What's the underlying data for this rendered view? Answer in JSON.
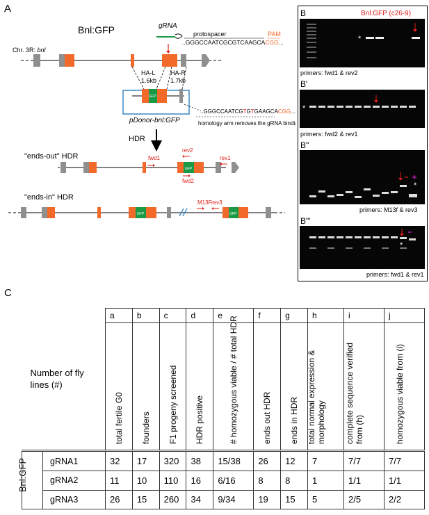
{
  "panel_labels": {
    "a": "A",
    "b": "B",
    "b1": "B'",
    "b2": "B\"",
    "b3": "B\"'",
    "c": "C"
  },
  "panel_a": {
    "title": "Bnl:GFP",
    "grna": "gRNA",
    "protospacer": "protospacer",
    "pam": "PAM",
    "seq1_black": "..GGGCCAATCGCGTCAAGCA",
    "seq1_orange": "CGG",
    "seq1_tail": "...",
    "chr": "Chr. 3R: ",
    "chr_gene": "bnl",
    "ha_l": "HA-L",
    "ha_l_size": "1.6kb",
    "ha_r": "HA-R",
    "ha_r_size": "1.7kb",
    "gfp": "GFP",
    "donor": "pDonor-bnl:GFP",
    "seq2_a": "..GGGCCAATCG",
    "seq2_b": "T",
    "seq2_c": "G",
    "seq2_d": "T",
    "seq2_e": "G",
    "seq2_f": "AAGCA",
    "seq2_g": "CGG",
    "seq2_h": "...",
    "homology_note": "homology arm removes the gRNA binding",
    "hdr": "HDR",
    "ends_out": "\"ends-out\" HDR",
    "ends_in": "\"ends-in\" HDR",
    "fwd1": "fwd1",
    "fwd2": "fwd2",
    "rev1": "rev1",
    "rev2": "rev2",
    "m13f": "M13F",
    "rev3": "rev3"
  },
  "panel_b": {
    "header": "Bnl:GFP (c26-9)",
    "star": "*",
    "gels": [
      {
        "letter": "B",
        "primers": "primers: fwd1 & rev2"
      },
      {
        "letter": "B'",
        "primers": "primers: fwd2 & rev1"
      },
      {
        "letter": "B\"",
        "primers": "primers: M13f & rev3"
      },
      {
        "letter": "B\"'",
        "primers": "primers: fwd1 & rev1"
      }
    ]
  },
  "table": {
    "col_letters": [
      "a",
      "b",
      "c",
      "d",
      "e",
      "f",
      "g",
      "h",
      "i",
      "j"
    ],
    "row_header": "Number of fly lines (#)",
    "col_headers": [
      "total fertile G0",
      "founders",
      "F1 progeny screened",
      "HDR positive",
      "# homozygous viable / # total HDR",
      "ends out HDR",
      "ends in HDR",
      "total normal expression & morphology",
      "complete sequence verified from (h)",
      "homozygous viable from (i)"
    ],
    "group_label": "Bnl:GFP",
    "rows": [
      {
        "label": "gRNA1",
        "values": [
          "32",
          "17",
          "320",
          "38",
          "15/38",
          "26",
          "12",
          "7",
          "7/7",
          "7/7"
        ]
      },
      {
        "label": "gRNA2",
        "values": [
          "11",
          "10",
          "110",
          "16",
          "6/16",
          "8",
          "8",
          "1",
          "1/1",
          "1/1"
        ]
      },
      {
        "label": "gRNA3",
        "values": [
          "26",
          "15",
          "260",
          "34",
          "9/34",
          "19",
          "15",
          "5",
          "2/5",
          "2/2"
        ]
      }
    ]
  },
  "colors": {
    "orange": "#f26a2a",
    "green": "#1a9a45",
    "red": "#e0201a",
    "blue": "#2a7fc0",
    "gray": "#8f8f8f",
    "magenta": "#d020d0"
  }
}
